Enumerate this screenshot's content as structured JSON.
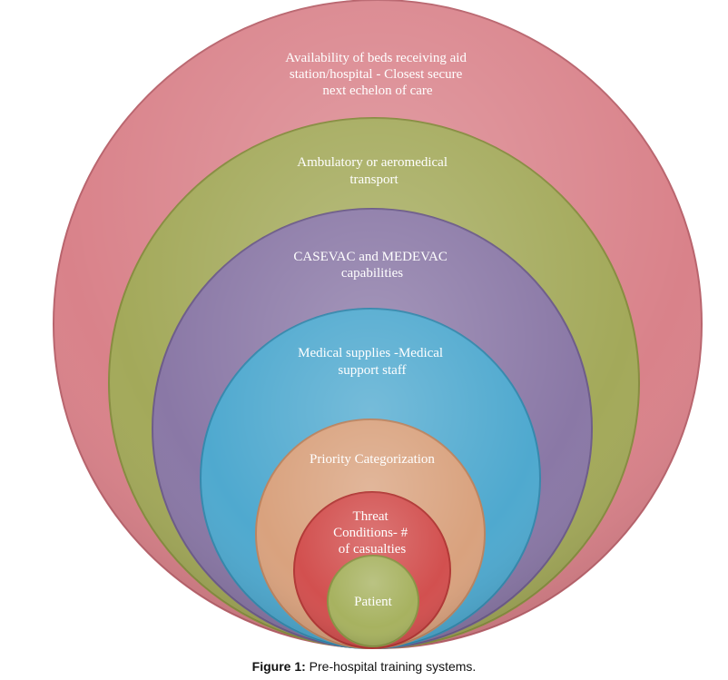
{
  "diagram": {
    "rings": [
      {
        "lines": [
          "Availability of beds  receiving aid",
          "station/hospital - Closest secure",
          "next echelon of care"
        ],
        "color": "#d9828a"
      },
      {
        "lines": [
          "Ambulatory or aeromedical",
          "transport"
        ],
        "color": "#a3a95a"
      },
      {
        "lines": [
          "CASEVAC and MEDEVAC",
          "capabilities"
        ],
        "color": "#8a78a6"
      },
      {
        "lines": [
          "Medical supplies -Medical",
          "support staff"
        ],
        "color": "#4fa9cf"
      },
      {
        "lines": [
          "Priority Categorization"
        ],
        "color": "#d9a27e"
      },
      {
        "lines": [
          "Threat",
          "Conditions- #",
          "of casualties"
        ],
        "color": "#d2504f"
      },
      {
        "lines": [
          "Patient"
        ],
        "color": "#a7b260"
      }
    ]
  },
  "caption": {
    "label": "Figure 1:",
    "text": " Pre-hospital training systems."
  }
}
